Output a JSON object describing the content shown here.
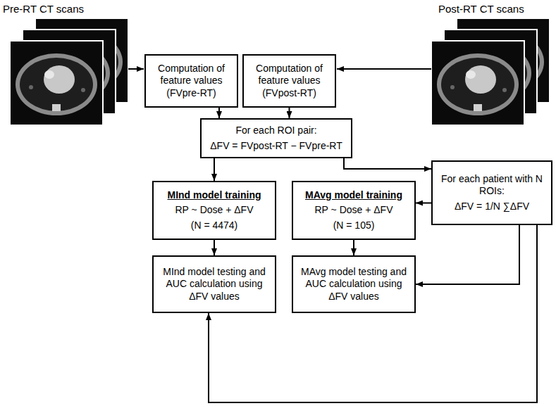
{
  "diagram": {
    "nodes": [
      {
        "text": [
          "Computation of feature values (FVpre-RT)"
        ]
      },
      {
        "text": [
          "Computation of feature values (FVpost-RT)"
        ]
      },
      {
        "text": [
          "For each ROI pair:",
          "ΔFV = FVpost-RT − FVpre-RT"
        ]
      },
      {
        "text": [
          "For each patient with N ROIs:",
          "ΔFV = 1/N ∑ΔFV"
        ]
      },
      {
        "text": [
          "MInd model training",
          "RP ~ Dose + ΔFV",
          "(N = 4474)"
        ]
      },
      {
        "text": [
          "MAvg model training",
          "RP ~ Dose + ΔFV",
          "(N = 105)"
        ]
      },
      {
        "text": [
          "MInd model testing and AUC calculation using ΔFV values"
        ]
      },
      {
        "text": [
          "MAvg model testing and AUC calculation using ΔFV values"
        ]
      }
    ],
    "edges": [
      {
        "from": 0,
        "to": 2,
        "arrow": "to"
      },
      {
        "from": 1,
        "to": 2,
        "arrow": "to"
      },
      {
        "from": 2,
        "to": 4,
        "arrow": "to"
      },
      {
        "from": 2,
        "to": 3,
        "arrow": "to"
      },
      {
        "from": 3,
        "to": 5,
        "arrow": "to"
      },
      {
        "from": 3,
        "to": 7,
        "arrow": "to"
      },
      {
        "from": 3,
        "to": 6,
        "arrow": "to"
      },
      {
        "from": 4,
        "to": 6,
        "arrow": "to"
      },
      {
        "from": 5,
        "to": 7,
        "arrow": "to"
      }
    ],
    "labels": [
      "Pre-RT CT scans",
      "Post-RT CT scans"
    ]
  }
}
